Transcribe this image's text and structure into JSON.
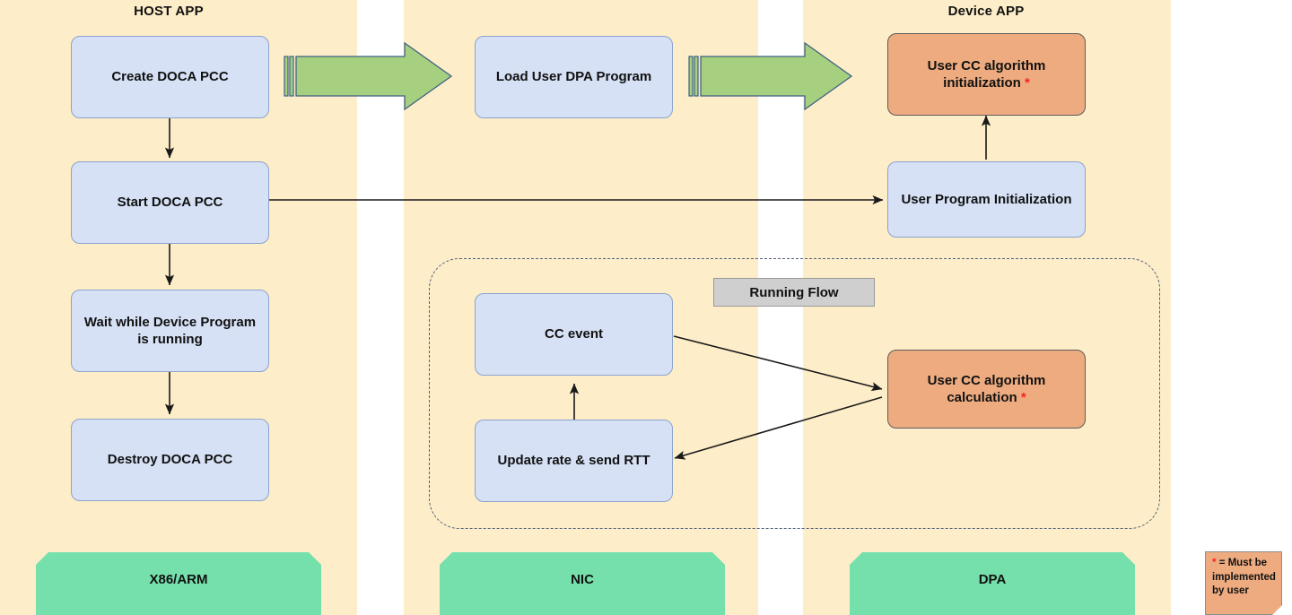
{
  "columns": [
    {
      "id": "host",
      "title": "HOST APP",
      "platform": "X86/ARM"
    },
    {
      "id": "nic",
      "title": "",
      "platform": "NIC"
    },
    {
      "id": "dpa",
      "title": "Device APP",
      "platform": "DPA"
    }
  ],
  "titles": {
    "host": "HOST APP",
    "device": "Device APP"
  },
  "nodes": {
    "create_pcc": "Create DOCA PCC",
    "start_pcc": "Start DOCA PCC",
    "wait_device": "Wait while Device Program is running",
    "destroy_pcc": "Destroy DOCA PCC",
    "load_dpa": "Load User DPA Program",
    "cc_event": "CC event",
    "update_rate": "Update rate & send RTT",
    "user_init": "User Program Initialization",
    "cc_init": "User CC algorithm initialization",
    "cc_calc": "User CC algorithm calculation"
  },
  "group": {
    "running_flow": "Running Flow"
  },
  "platforms": {
    "host": "X86/ARM",
    "nic": "NIC",
    "dpa": "DPA"
  },
  "legend": {
    "marker": "*",
    "text": "= Must be implemented by user"
  },
  "marker": "*",
  "colors": {
    "column_bg": "#fdedc8",
    "page_bg": "#ffffff",
    "node_blue_fill": "#d6e1f5",
    "node_blue_stroke": "#8ba3cd",
    "node_orange_fill": "#edab7f",
    "node_orange_stroke": "#5d5d5d",
    "arrow_green_fill": "#a6d07f",
    "arrow_green_stroke": "#3f6184",
    "platform_green": "#75e0ab",
    "chip_gray": "#cfcfcf",
    "dashed_border": "#52607a",
    "star_red": "#ff2020",
    "connector": "#1a1a1a"
  }
}
